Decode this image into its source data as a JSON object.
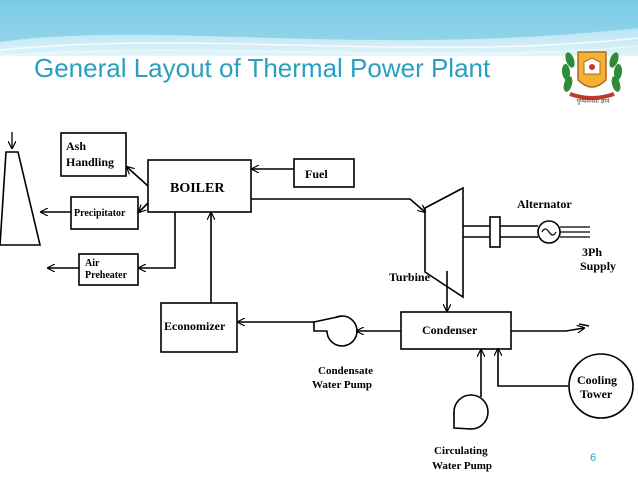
{
  "slide": {
    "title": "General Layout of Thermal Power Plant",
    "page_number": "6",
    "accent_color": "#2a9fbf",
    "logo_icon": "emblem-icon",
    "logo_motto": "पुण्यमनसा ज्ञानं"
  },
  "diagram": {
    "ash_handling_line1": "Ash",
    "ash_handling_line2": "Handling",
    "boiler": "BOILER",
    "fuel": "Fuel",
    "precipitator": "Precipitator",
    "air_preheater_line1": "Air",
    "air_preheater_line2": "Preheater",
    "alternator": "Alternator",
    "supply_line1": "3Ph",
    "supply_line2": "Supply",
    "turbine": "Turbine",
    "economizer": "Economizer",
    "condenser": "Condenser",
    "condensate_pump_line1": "Condensate",
    "condensate_pump_line2": "Water Pump",
    "cooling_tower_line1": "Cooling",
    "cooling_tower_line2": "Tower",
    "circulating_pump_line1": "Circulating",
    "circulating_pump_line2": "Water Pump"
  }
}
